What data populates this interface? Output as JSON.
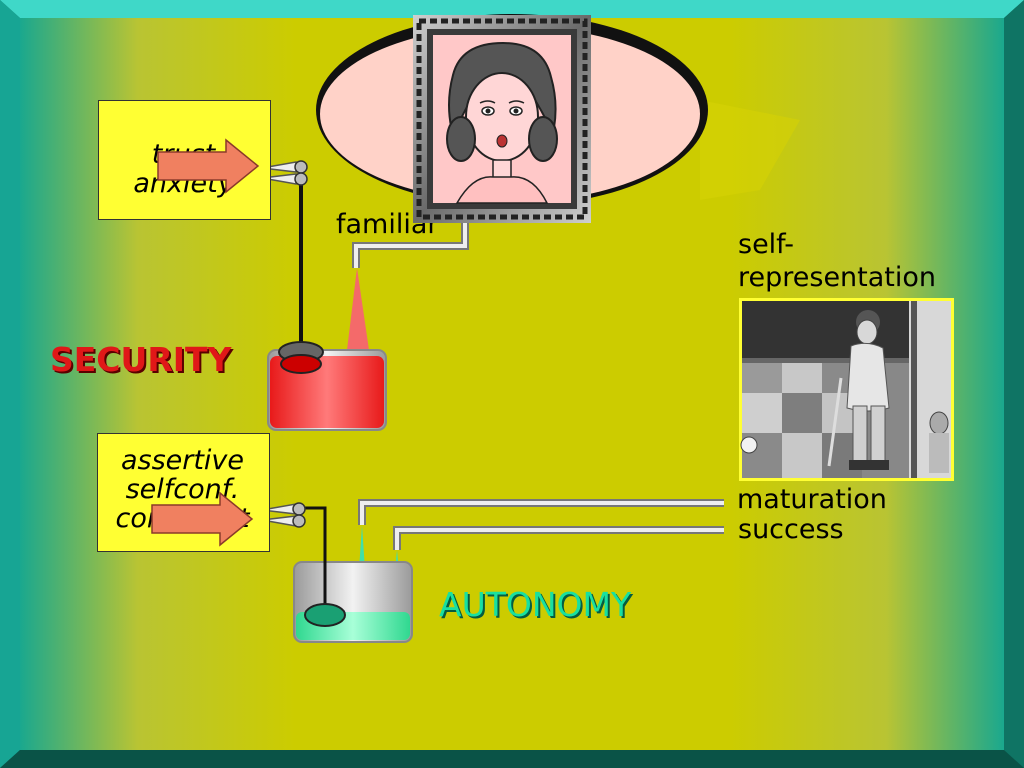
{
  "labels": {
    "security_box": [
      "trust",
      "anxiety"
    ],
    "autonomy_box": [
      "assertive",
      "selfconf.",
      "compliant"
    ],
    "security": "SECURITY",
    "autonomy": "AUTONOMY",
    "familiar": "familiar",
    "self_representation": [
      "self-",
      "representation"
    ],
    "maturation": "maturation",
    "success": "success"
  },
  "colors": {
    "security": "#e01818",
    "autonomy": "#19e0a0",
    "box": "#ffff33",
    "arrow": "#f08060"
  },
  "icons": {
    "portrait": "framed-portrait-icon",
    "photo": "child-photo-icon"
  }
}
